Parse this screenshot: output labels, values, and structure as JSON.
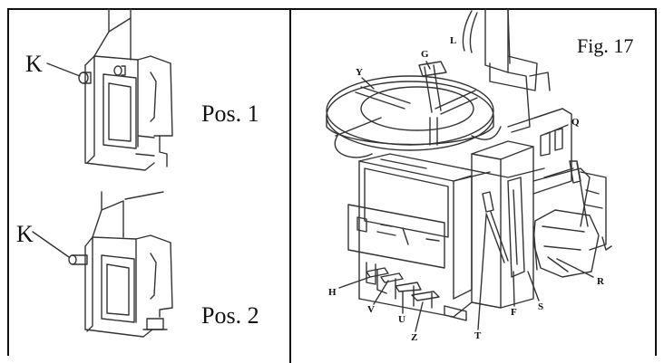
{
  "figure_label": "Fig. 17",
  "left_panel": {
    "k_label_1": "K",
    "k_label_2": "K",
    "pos_1": "Pos. 1",
    "pos_2": "Pos. 2"
  },
  "callouts": {
    "L": "L",
    "G": "G",
    "Y": "Y",
    "Q": "Q",
    "H": "H",
    "V": "V",
    "U": "U",
    "Z": "Z",
    "T": "T",
    "F": "F",
    "S": "S",
    "R": "R"
  }
}
